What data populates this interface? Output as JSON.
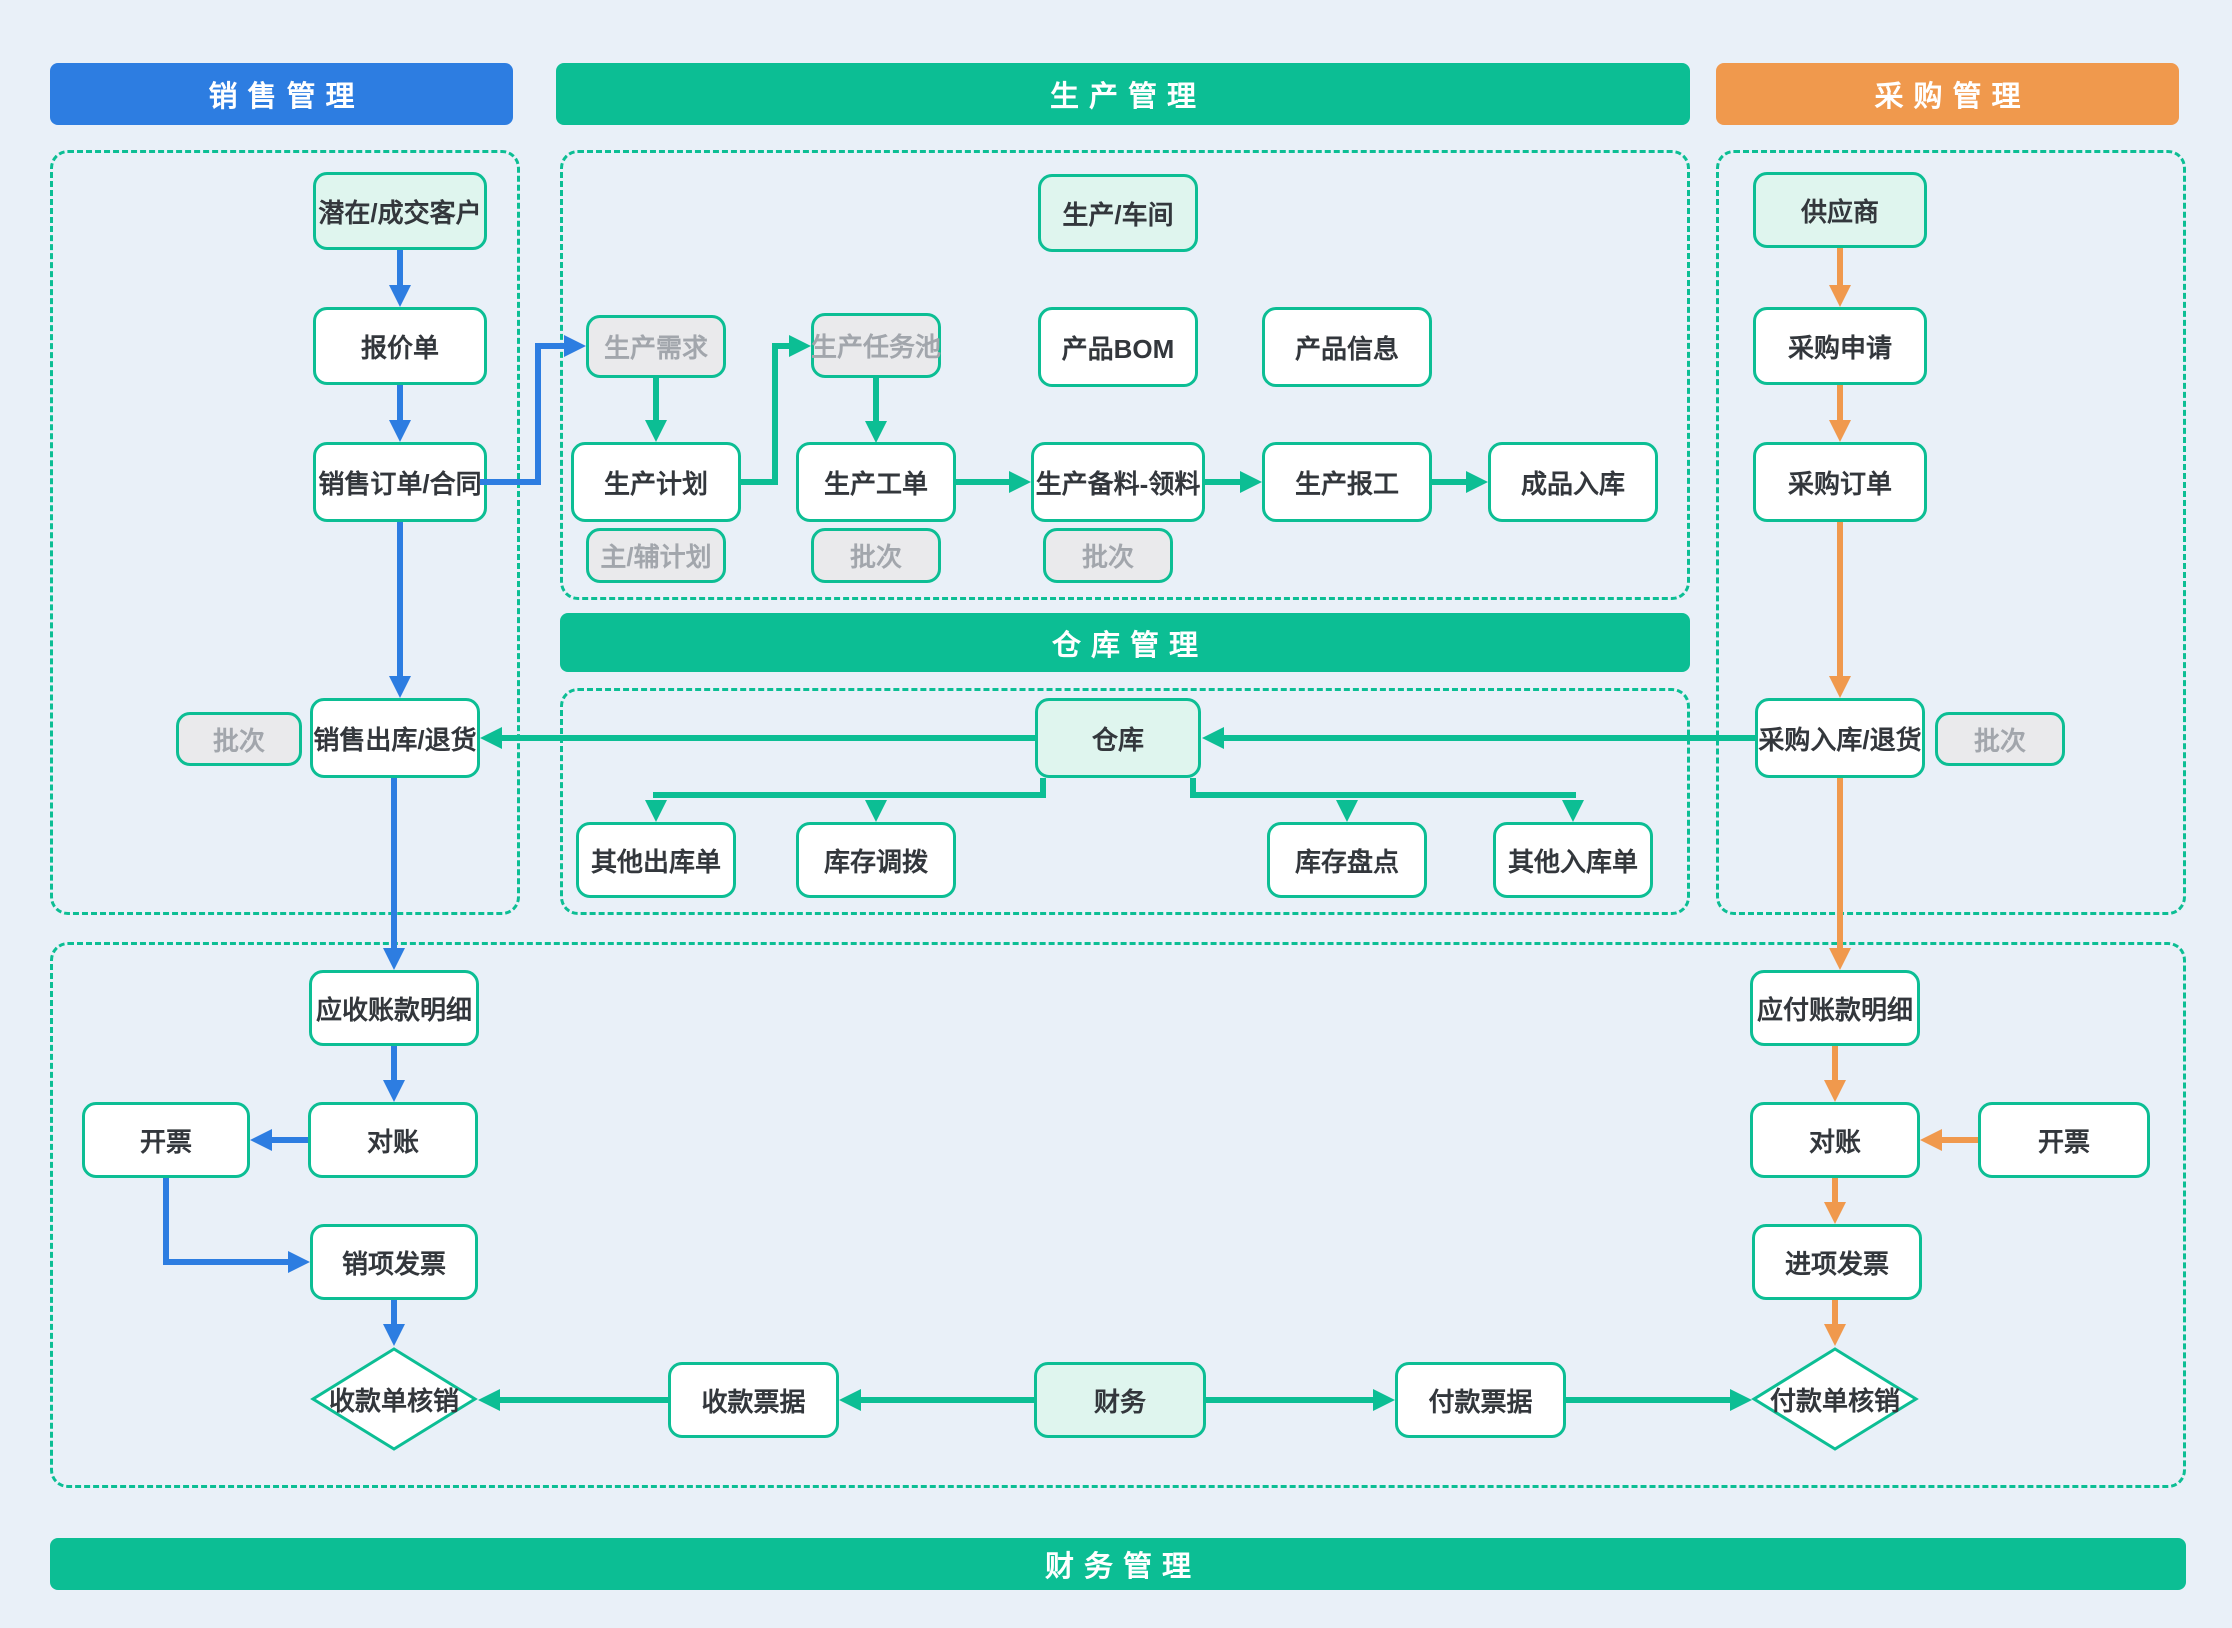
{
  "palette": {
    "background": "#E9F0F8",
    "blue": "#2D7DE1",
    "green": "#0CBE94",
    "orange": "#F0994D",
    "mint_fill": "#DFF5EE",
    "gray_fill": "#EAEAEC",
    "gray_text": "#A2A6AC",
    "text": "#33373C"
  },
  "headers": {
    "sales": "销售管理",
    "production": "生产管理",
    "procurement": "采购管理",
    "warehouse": "仓库管理",
    "finance": "财务管理"
  },
  "nodes": {
    "potential_customer": "潜在/成交客户",
    "quotation": "报价单",
    "sales_order": "销售订单/合同",
    "sales_batch": "批次",
    "sales_outbound": "销售出库/退货",
    "production_workshop": "生产/车间",
    "production_demand": "生产需求",
    "production_task_pool": "生产任务池",
    "product_bom": "产品BOM",
    "product_info": "产品信息",
    "production_plan": "生产计划",
    "plan_sub": "主/辅计划",
    "production_workorder": "生产工单",
    "workorder_batch": "批次",
    "production_picking": "生产备料-领料",
    "picking_batch": "批次",
    "production_report": "生产报工",
    "finished_inbound": "成品入库",
    "warehouse": "仓库",
    "other_outbound": "其他出库单",
    "inventory_transfer": "库存调拨",
    "inventory_count": "库存盘点",
    "other_inbound": "其他入库单",
    "supplier": "供应商",
    "purchase_request": "采购申请",
    "purchase_order": "采购订单",
    "purchase_inbound": "采购入库/退货",
    "purchase_batch": "批次",
    "ar_detail": "应收账款明细",
    "reconcile_ar": "对账",
    "invoice_ar": "开票",
    "sales_invoice": "销项发票",
    "receipt_writeoff": "收款单核销",
    "receipt_note": "收款票据",
    "finance": "财务",
    "payment_note": "付款票据",
    "payment_writeoff": "付款单核销",
    "ap_detail": "应付账款明细",
    "reconcile_ap": "对账",
    "invoice_ap": "开票",
    "input_invoice": "进项发票"
  }
}
